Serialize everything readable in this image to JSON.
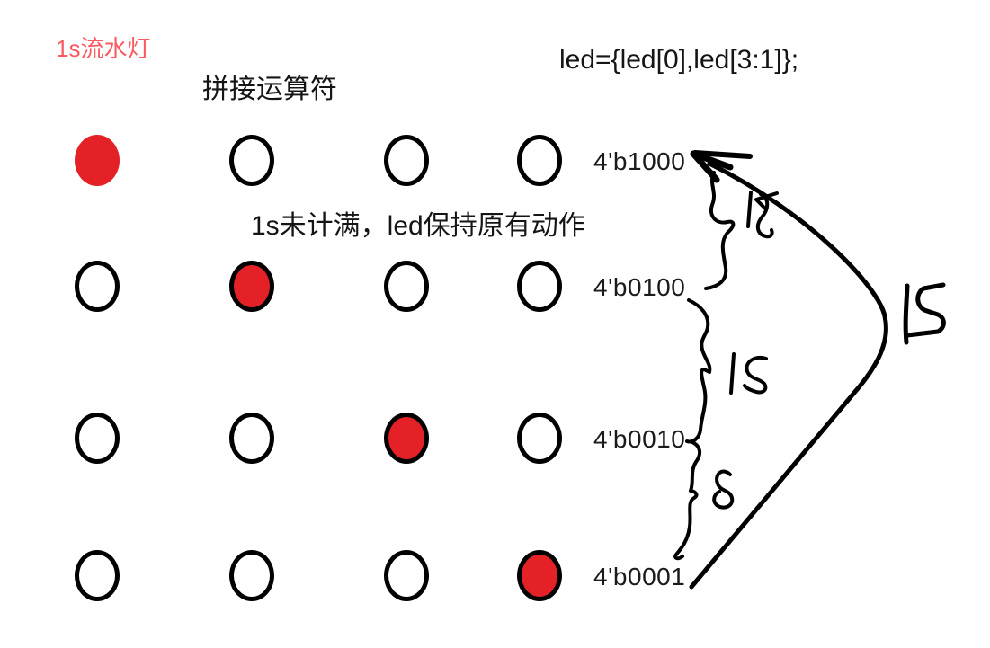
{
  "title": {
    "text": "1s流水灯"
  },
  "captions": {
    "concat_operator": "拼接运算符",
    "code_line": "led={led[0],led[3:1]};",
    "hold_note": "1s未计满，led保持原有动作"
  },
  "colors": {
    "accent_red": "#fa5a62",
    "led_on_red": "#e32127",
    "ink_black": "#000000"
  },
  "led_grid": {
    "columns": 4,
    "rows": [
      {
        "label": "4'b1000",
        "bits": "1000"
      },
      {
        "label": "4'b0100",
        "bits": "0100"
      },
      {
        "label": "4'b0010",
        "bits": "0010"
      },
      {
        "label": "4'b0001",
        "bits": "0001"
      }
    ]
  },
  "handwritten_annotations": {
    "step_1000_to_0100": "1s",
    "step_0100_to_0010": "1s",
    "step_0010_to_0001": "s",
    "wrap_around_loop": "1s"
  }
}
